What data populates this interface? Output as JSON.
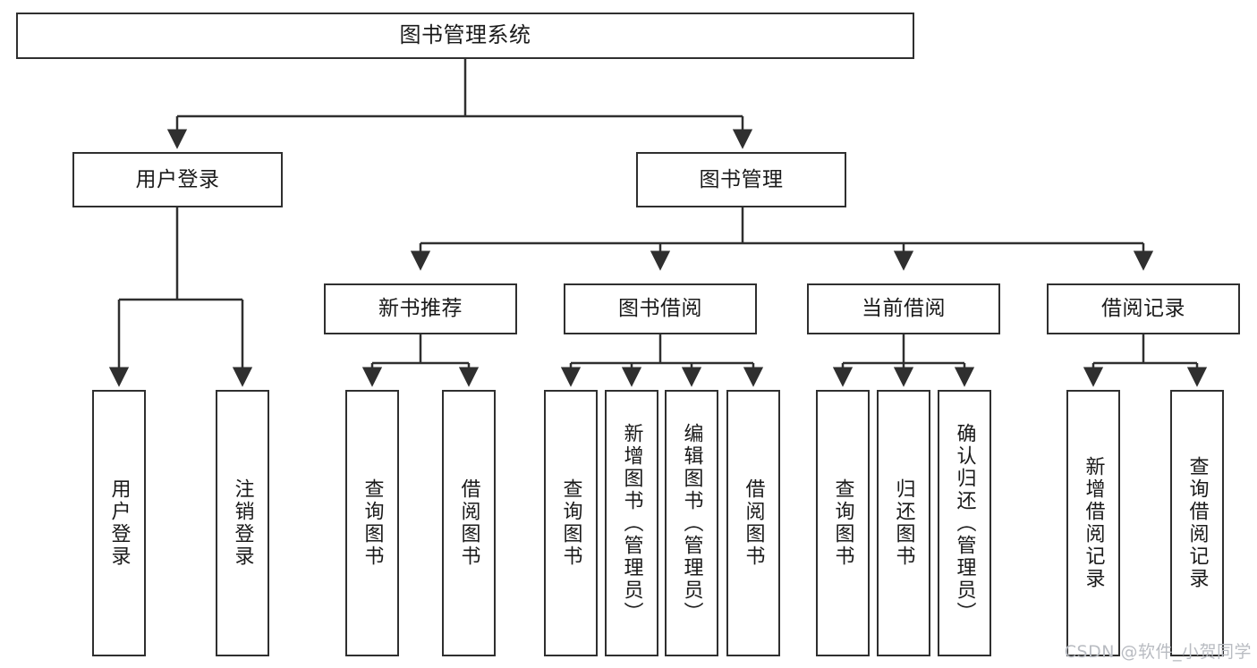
{
  "diagram": {
    "title": "图书管理系统",
    "watermark": "CSDN @软件_小贺同学",
    "line_color": "#2f2f2f",
    "box_fill": "#ffffff",
    "text_color": "#1a1a1a",
    "watermark_color": "#b9bcc2"
  },
  "nodes": {
    "root": {
      "label": "图书管理系统"
    },
    "level2": [
      {
        "label": "用户登录"
      },
      {
        "label": "图书管理"
      }
    ],
    "level3": [
      {
        "label": "新书推荐"
      },
      {
        "label": "图书借阅"
      },
      {
        "label": "当前借阅"
      },
      {
        "label": "借阅记录"
      }
    ],
    "leaves": {
      "user_login": [
        {
          "label": "用户登录"
        },
        {
          "label": "注销登录"
        }
      ],
      "new_book_recommend": [
        {
          "label": "查询图书"
        },
        {
          "label": "借阅图书"
        }
      ],
      "book_borrow": [
        {
          "label": "查询图书"
        },
        {
          "label": "新增图书（管理员）"
        },
        {
          "label": "编辑图书（管理员）"
        },
        {
          "label": "借阅图书"
        }
      ],
      "current_borrow": [
        {
          "label": "查询图书"
        },
        {
          "label": "归还图书"
        },
        {
          "label": "确认归还（管理员）"
        }
      ],
      "borrow_record": [
        {
          "label": "新增借阅记录"
        },
        {
          "label": "查询借阅记录"
        }
      ]
    }
  },
  "chart_data": {
    "type": "tree-diagram",
    "title": "图书管理系统",
    "orientation": "top-down",
    "levels": 4,
    "tree": {
      "name": "图书管理系统",
      "children": [
        {
          "name": "用户登录",
          "children": [
            {
              "name": "用户登录"
            },
            {
              "name": "注销登录"
            }
          ]
        },
        {
          "name": "图书管理",
          "children": [
            {
              "name": "新书推荐",
              "children": [
                {
                  "name": "查询图书"
                },
                {
                  "name": "借阅图书"
                }
              ]
            },
            {
              "name": "图书借阅",
              "children": [
                {
                  "name": "查询图书"
                },
                {
                  "name": "新增图书（管理员）"
                },
                {
                  "name": "编辑图书（管理员）"
                },
                {
                  "name": "借阅图书"
                }
              ]
            },
            {
              "name": "当前借阅",
              "children": [
                {
                  "name": "查询图书"
                },
                {
                  "name": "归还图书"
                },
                {
                  "name": "确认归还（管理员）"
                }
              ]
            },
            {
              "name": "借阅记录",
              "children": [
                {
                  "name": "新增借阅记录"
                },
                {
                  "name": "查询借阅记录"
                }
              ]
            }
          ]
        }
      ]
    }
  }
}
